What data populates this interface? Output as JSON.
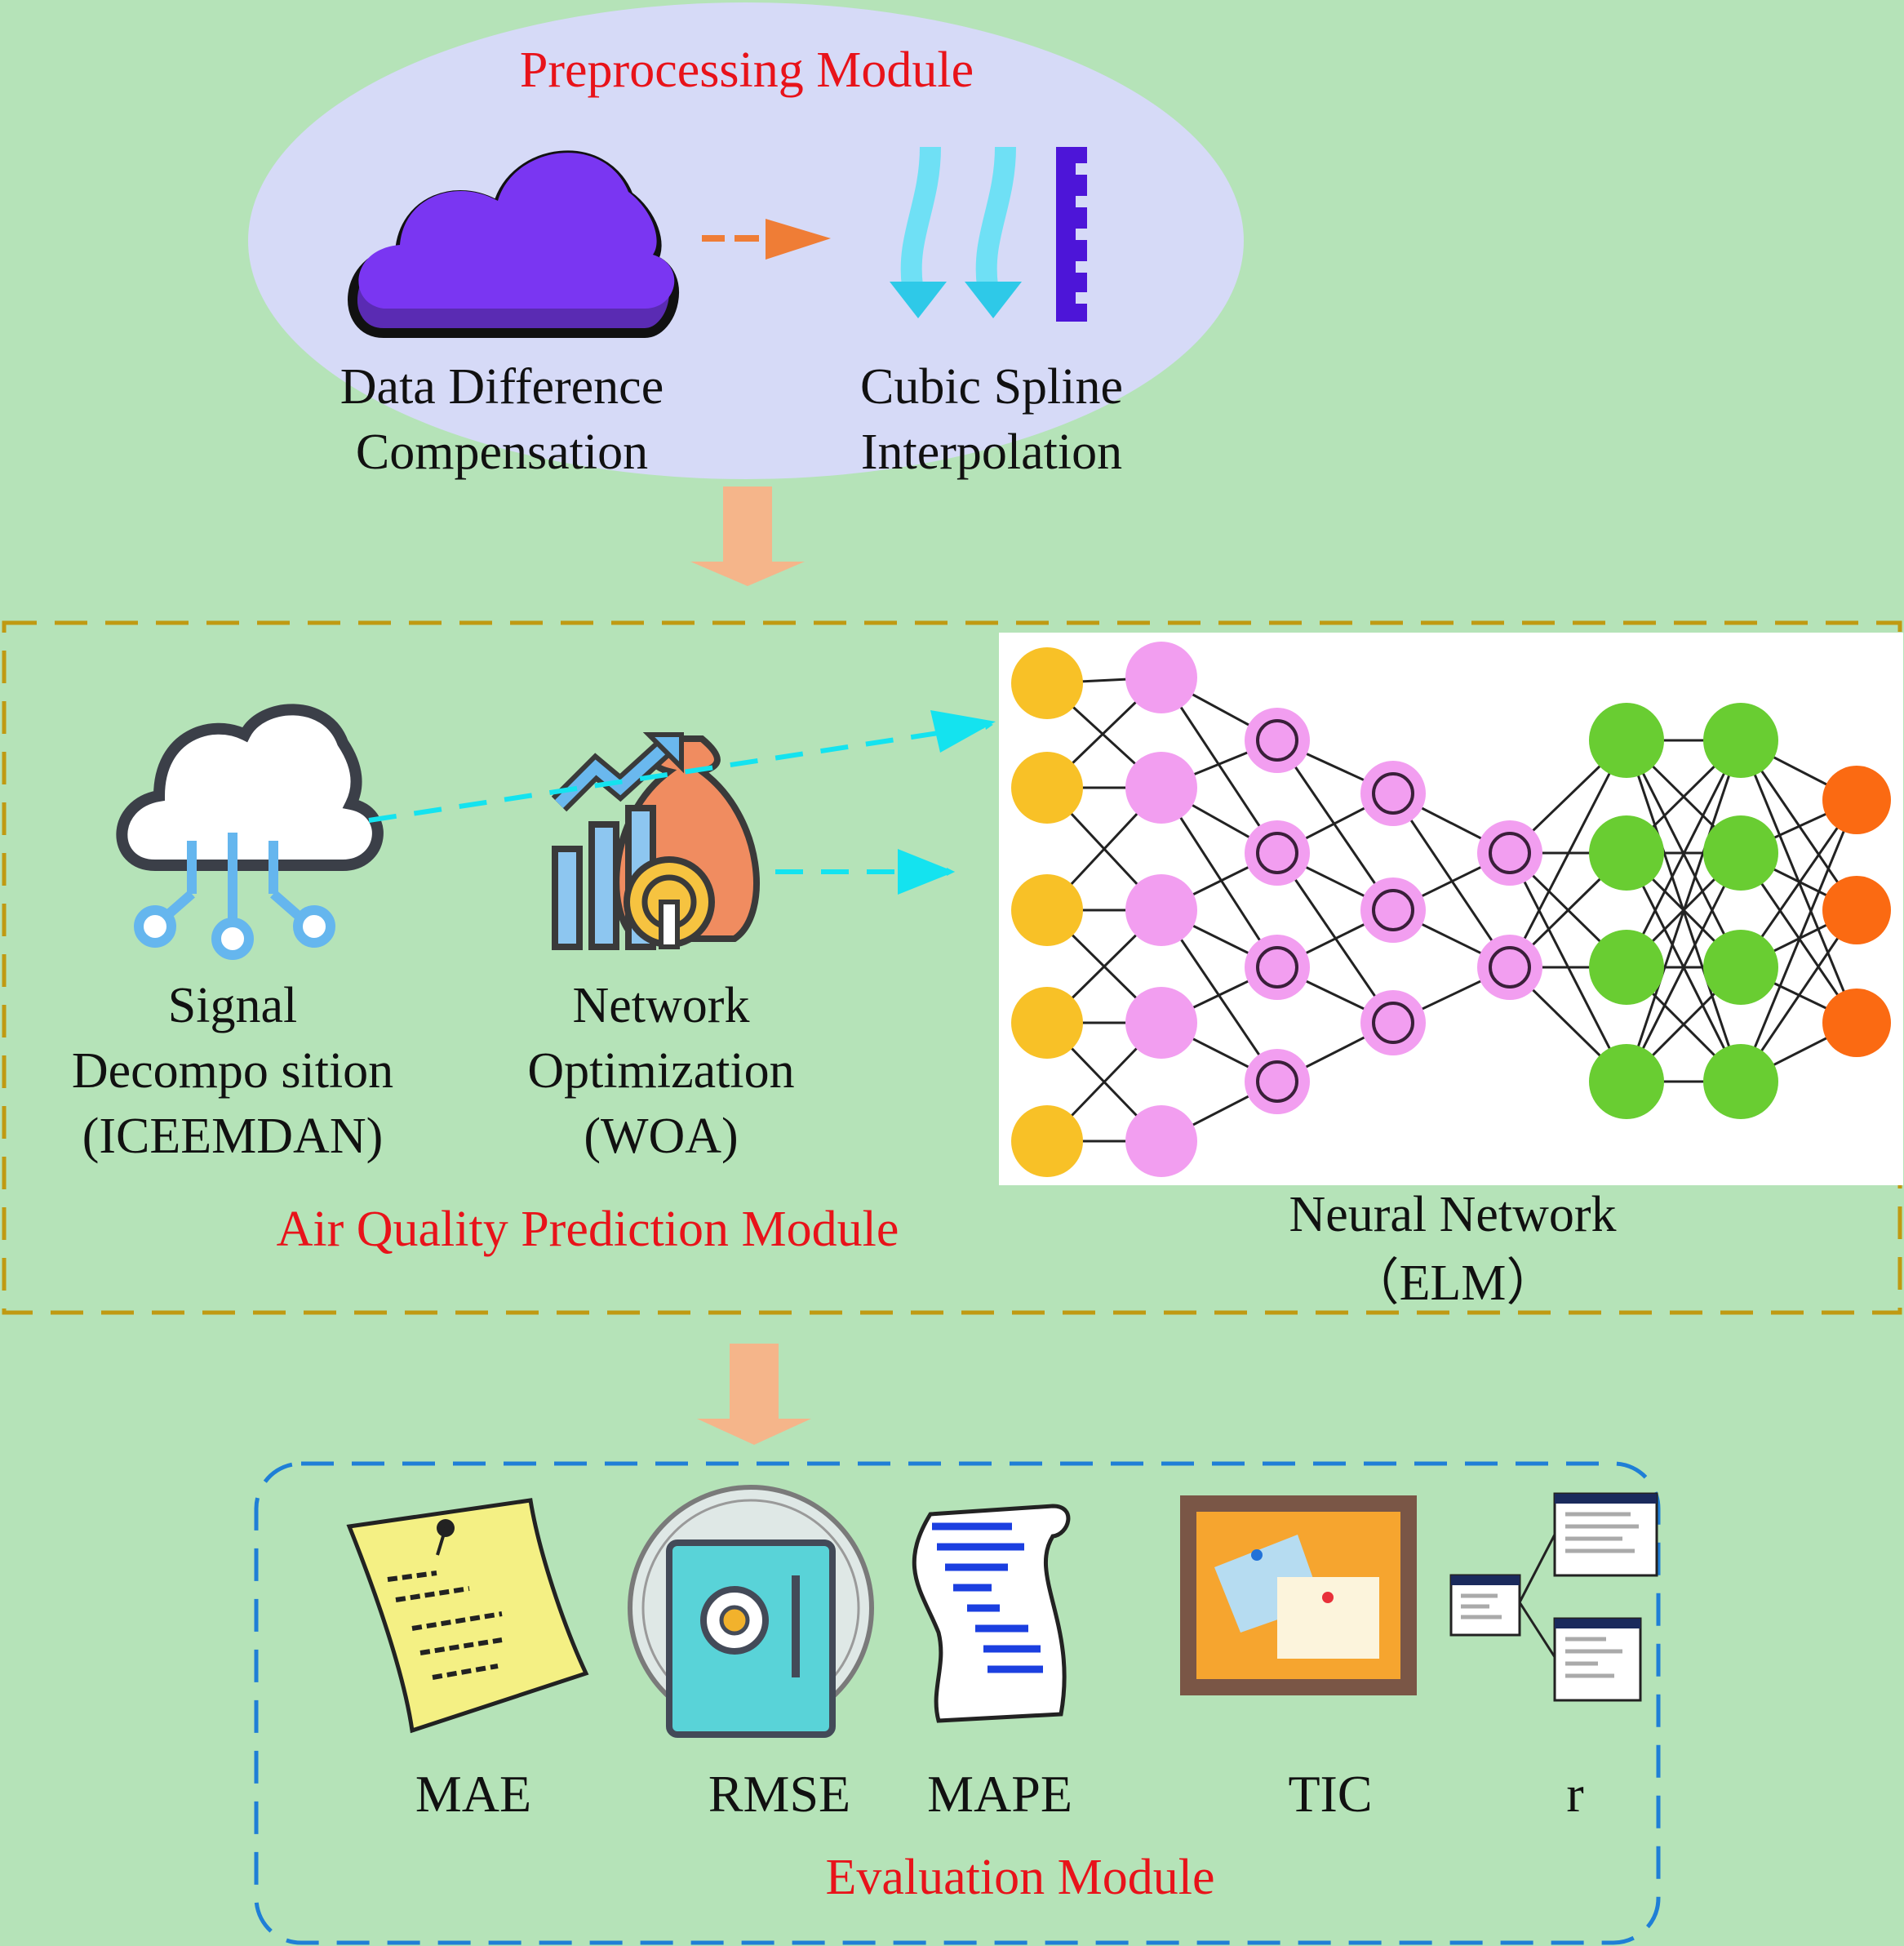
{
  "preprocessing": {
    "title": "Preprocessing Module",
    "item1_line1": "Data Difference",
    "item1_line2": "Compensation",
    "item2_line1": "Cubic Spline",
    "item2_line2": "Interpolation"
  },
  "prediction": {
    "title": "Air Quality Prediction Module",
    "signal_line1": "Signal",
    "signal_line2": "Decompo sition",
    "signal_line3": "(ICEEMDAN)",
    "network_line1": "Network",
    "network_line2": "Optimization",
    "network_line3": "(WOA)",
    "nn_line1": "Neural Network",
    "nn_line2": "（ELM）"
  },
  "evaluation": {
    "title": "Evaluation Module",
    "metrics": [
      "MAE",
      "RMSE",
      "MAPE",
      "TIC",
      "r"
    ]
  },
  "colors": {
    "background": "#b5e3b8",
    "title_red": "#e8131a",
    "preproc_ellipse": "#d6daf7",
    "prediction_border": "#c09a12",
    "evaluation_border": "#1f7fd6",
    "flow_arrow": "#f5b58a",
    "dash_arrow_cyan": "#14e3ef",
    "dash_arrow_orange": "#ef7d36",
    "nn_input": "#f8c127",
    "nn_hidden": "#f29ef0",
    "nn_green": "#69cd32",
    "nn_output": "#fb6a12"
  },
  "icons": [
    "cloud-icon",
    "spline-interpolation-icon",
    "cloud-network-icon",
    "growth-chart-moneybag-icon",
    "neural-network-diagram",
    "sticky-note-icon",
    "safe-icon",
    "script-scroll-icon",
    "cork-board-icon",
    "window-tree-icon"
  ]
}
